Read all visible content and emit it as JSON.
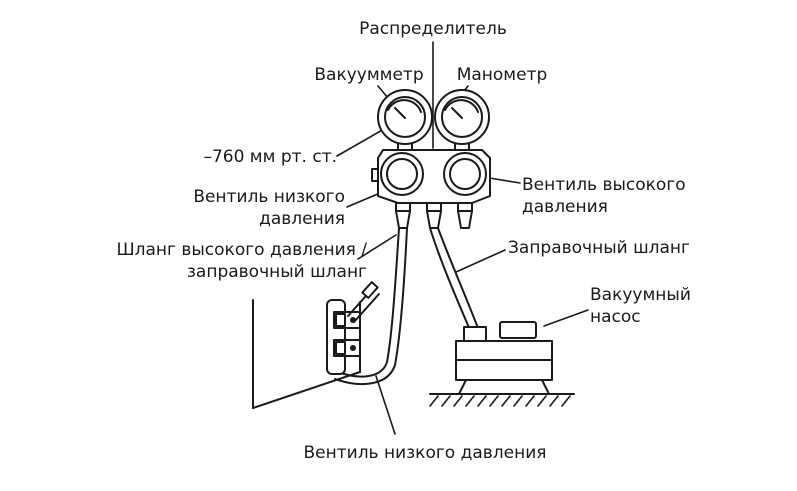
{
  "labels": {
    "manifold": "Распределитель",
    "vacuum_gauge": "Вакуумметр",
    "pressure_gauge": "Манометр",
    "reading": "–760 мм рт. ст.",
    "low_valve_line1": "Вентиль низкого",
    "low_valve_line2": "давления",
    "high_valve_line1": "Вентиль высокого",
    "high_valve_line2": "давления",
    "hose_line1": "Шланг высокого давления /",
    "hose_line2": "заправочный шланг",
    "charging_hose": "Заправочный шланг",
    "pump_line1": "Вакуумный",
    "pump_line2": "насос",
    "bottom_valve": "Вентиль низкого давления"
  },
  "colors": {
    "ink": "#1a1a1a",
    "background": "#ffffff"
  }
}
